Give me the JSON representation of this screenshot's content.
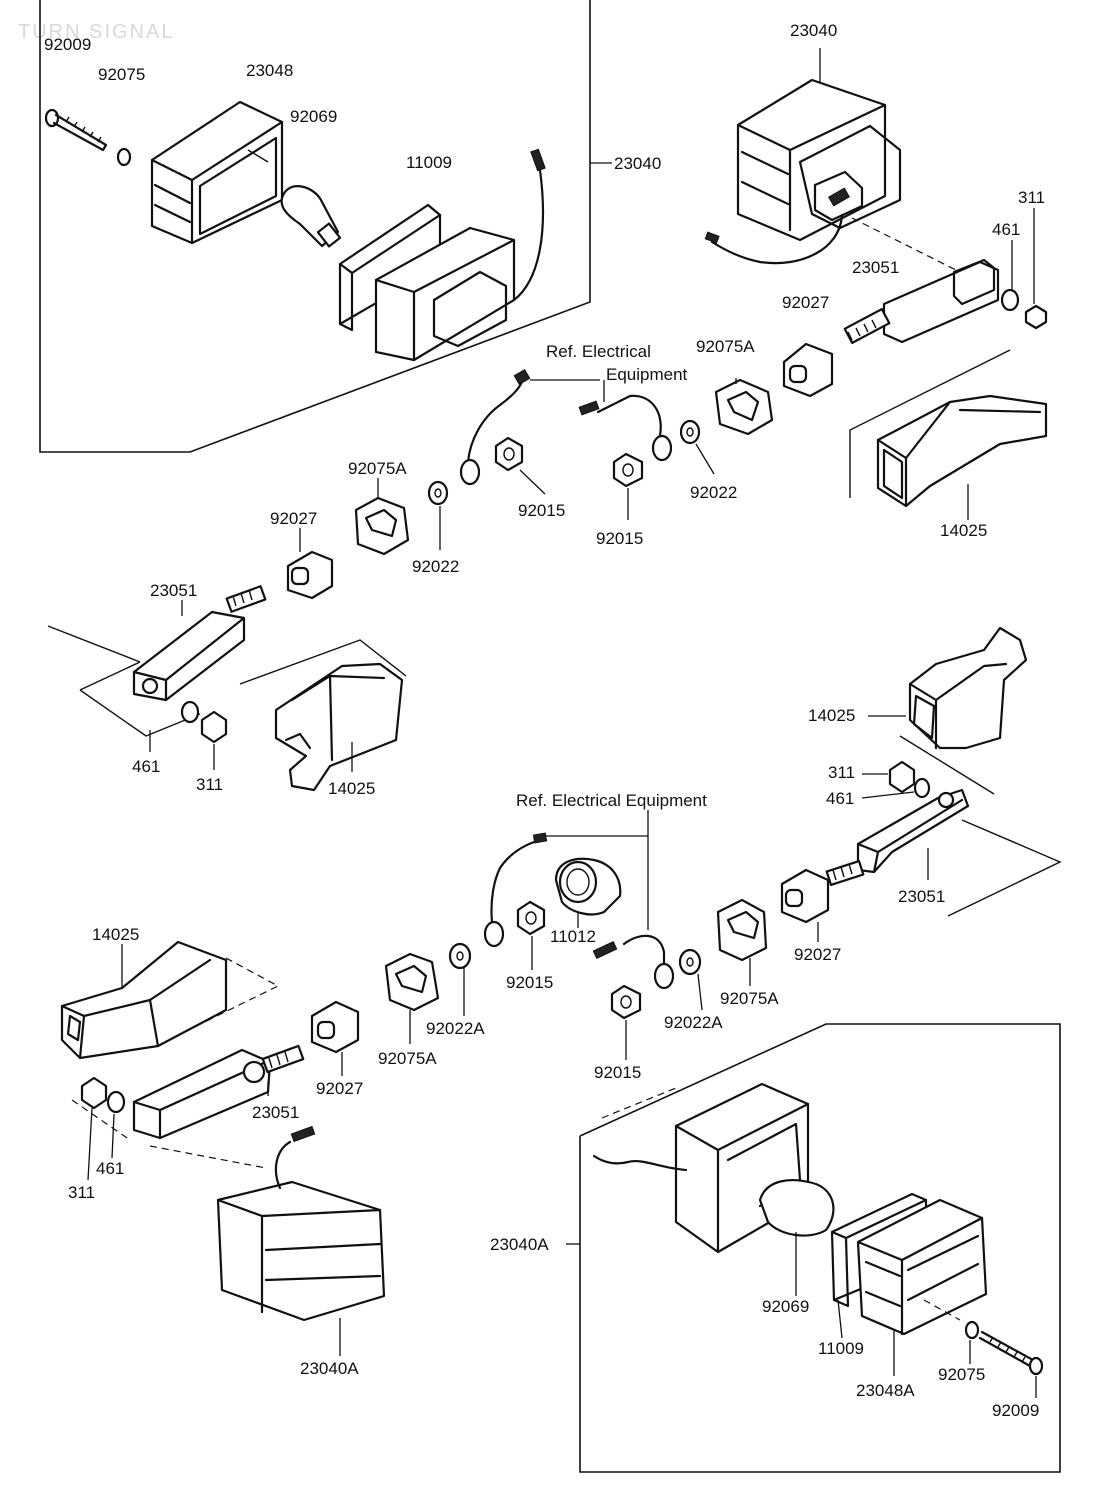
{
  "watermark": "TURN SIGNAL",
  "labels": {
    "t_92009": "92009",
    "t_92075": "92075",
    "t_23048": "23048",
    "t_92069": "92069",
    "t_11009": "11009",
    "t_23040_box": "23040",
    "t_23040_top": "23040",
    "t_311_a": "311",
    "t_461_a": "461",
    "t_23051_a": "23051",
    "t_92027_a": "92027",
    "t_92075A_a": "92075A",
    "t_ref_elec_a1": "Ref.  Electrical",
    "t_ref_elec_a2": "Equipment",
    "t_92022_a": "92022",
    "t_14025_a": "14025",
    "t_92075A_b": "92075A",
    "t_92027_b": "92027",
    "t_92022_b": "92022",
    "t_92015_a": "92015",
    "t_92015_b": "92015",
    "t_23051_b": "23051",
    "t_461_b": "461",
    "t_311_b": "311",
    "t_14025_b": "14025",
    "t_14025_c": "14025",
    "t_311_c": "311",
    "t_461_c": "461",
    "t_ref_elec_b": "Ref. Electrical Equipment",
    "t_23051_c": "23051",
    "t_14025_d": "14025",
    "t_11012": "11012",
    "t_92015_c": "92015",
    "t_92027_c": "92027",
    "t_92022A_a": "92022A",
    "t_92075A_c": "92075A",
    "t_92022A_b": "92022A",
    "t_92075A_d": "92075A",
    "t_92015_d": "92015",
    "t_92027_d": "92027",
    "t_23051_d": "23051",
    "t_311_d": "311",
    "t_461_d": "461",
    "t_23040A_left": "23040A",
    "t_23040A_box": "23040A",
    "t_92069_b": "92069",
    "t_11009_b": "11009",
    "t_23048A": "23048A",
    "t_92075_b": "92075",
    "t_92009_b": "92009"
  }
}
